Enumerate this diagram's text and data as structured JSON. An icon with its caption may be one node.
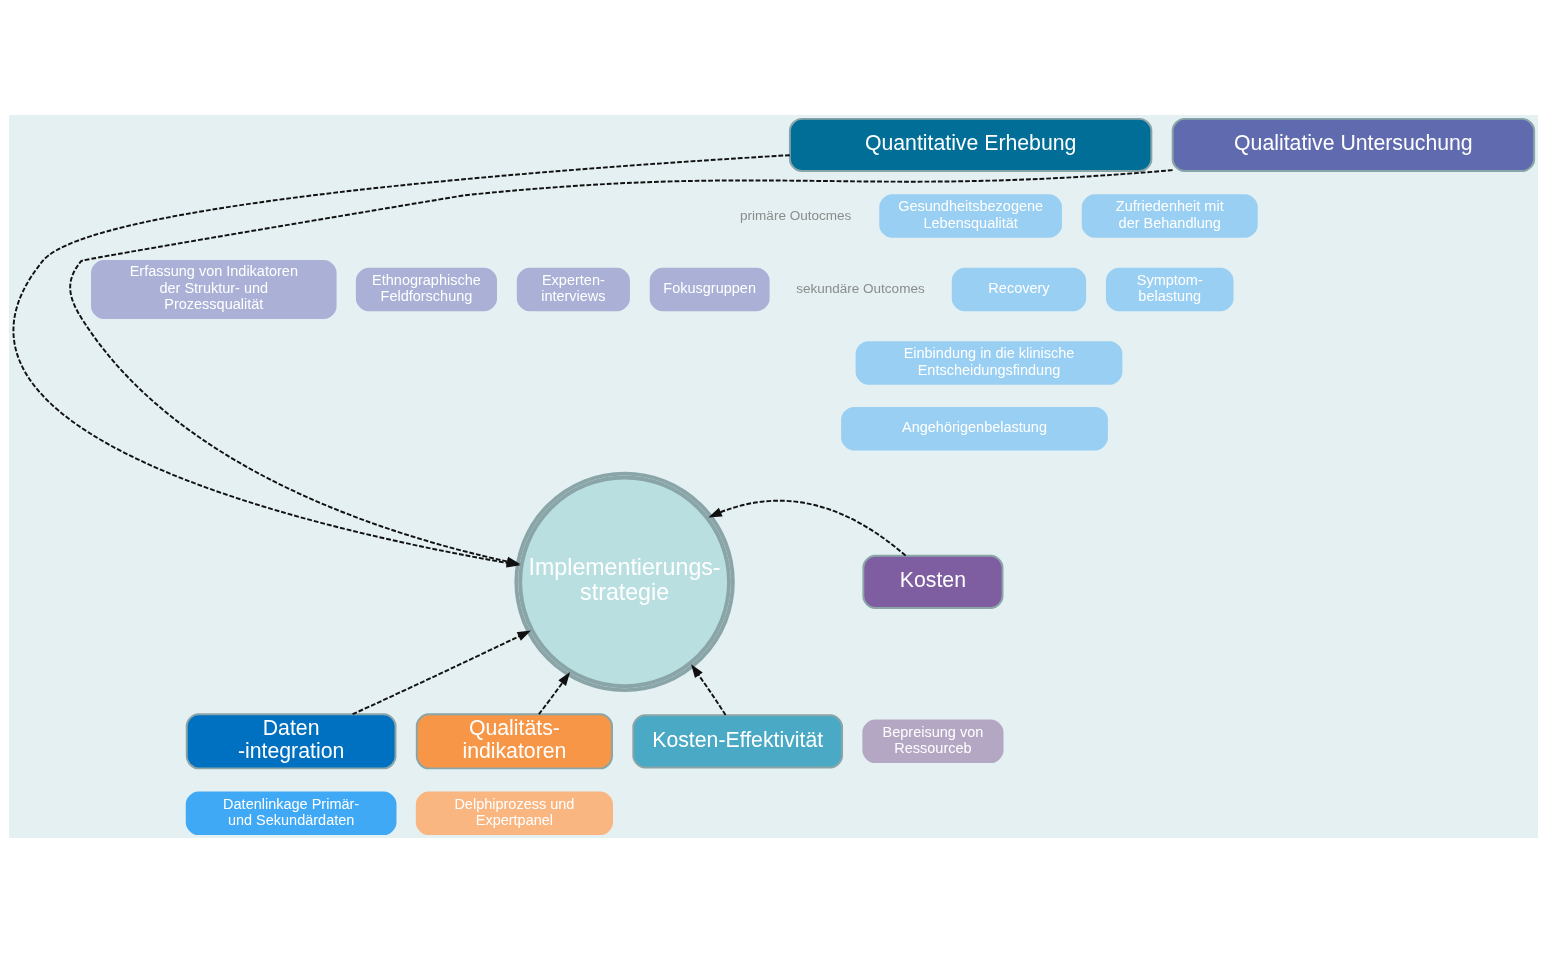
{
  "diagram": {
    "nodes": [
      {
        "text": [
          "Quantitative Erhebung"
        ]
      },
      {
        "text": [
          "Gesundheitsbezogene Lebensqualität"
        ]
      },
      {
        "text": [
          "Zufriedenheit mit der Behandlung"
        ]
      },
      {
        "text": [
          "Recovery"
        ]
      },
      {
        "text": [
          "Symptom- belastung"
        ]
      },
      {
        "text": [
          "Einbindung in die klinische Entscheidungsfindung"
        ]
      },
      {
        "text": [
          "Angehörigenbelastung"
        ]
      },
      {
        "text": [
          "Qualitative Untersuchung"
        ]
      },
      {
        "text": [
          "Erfassung von Indikatoren der Struktur- und Prozessqualität"
        ]
      },
      {
        "text": [
          "Ethnographische Feldforschung"
        ]
      },
      {
        "text": [
          "Experten- interviews"
        ]
      },
      {
        "text": [
          "Fokusgruppen"
        ]
      },
      {
        "text": [
          "Implementierungs- strategie"
        ]
      },
      {
        "text": [
          "Kosten"
        ]
      },
      {
        "text": [
          "Bepreisung von Ressourceb"
        ]
      },
      {
        "text": [
          "Kosten-Effektivität"
        ]
      },
      {
        "text": [
          "Daten -integration"
        ]
      },
      {
        "text": [
          "Datenlinkage Primär- und Sekundärdaten"
        ]
      },
      {
        "text": [
          "Qualitäts- indikatoren"
        ]
      },
      {
        "text": [
          "Delphiprozess und Expertpanel"
        ]
      }
    ],
    "edges": [
      {
        "from": 0,
        "to": 12,
        "arrow": "to",
        "style": "dashed"
      },
      {
        "from": 7,
        "to": 12,
        "arrow": "to",
        "style": "dashed"
      },
      {
        "from": 13,
        "to": 12,
        "arrow": "to",
        "style": "dashed"
      },
      {
        "from": 15,
        "to": 12,
        "arrow": "to",
        "style": "dashed"
      },
      {
        "from": 16,
        "to": 12,
        "arrow": "to",
        "style": "dashed"
      },
      {
        "from": 18,
        "to": 12,
        "arrow": "to",
        "style": "dashed"
      }
    ],
    "labels": [
      "primäre Outocmes",
      "sekundäre Outcomes"
    ]
  }
}
